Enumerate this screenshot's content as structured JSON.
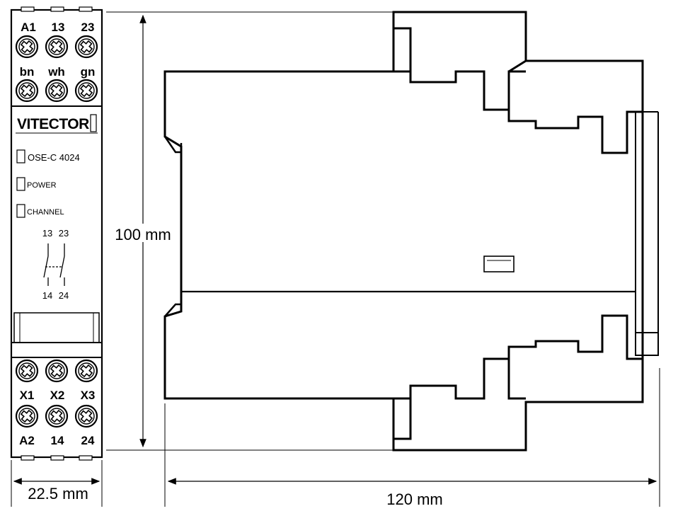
{
  "front_view": {
    "top_terminals_row1": [
      "A1",
      "13",
      "23"
    ],
    "top_terminals_row2": [
      "bn",
      "wh",
      "gn"
    ],
    "brand": "VITECTOR",
    "model": "OSE-C 4024",
    "led_power": "POWER",
    "led_channel": "CHANNEL",
    "contact_top_labels": [
      "13",
      "23"
    ],
    "contact_bottom_labels": [
      "14",
      "24"
    ],
    "bottom_terminals_row1": [
      "X1",
      "X2",
      "X3"
    ],
    "bottom_terminals_row2": [
      "A2",
      "14",
      "24"
    ]
  },
  "dimensions": {
    "height": "100 mm",
    "front_width": "22.5 mm",
    "side_depth": "120 mm"
  }
}
